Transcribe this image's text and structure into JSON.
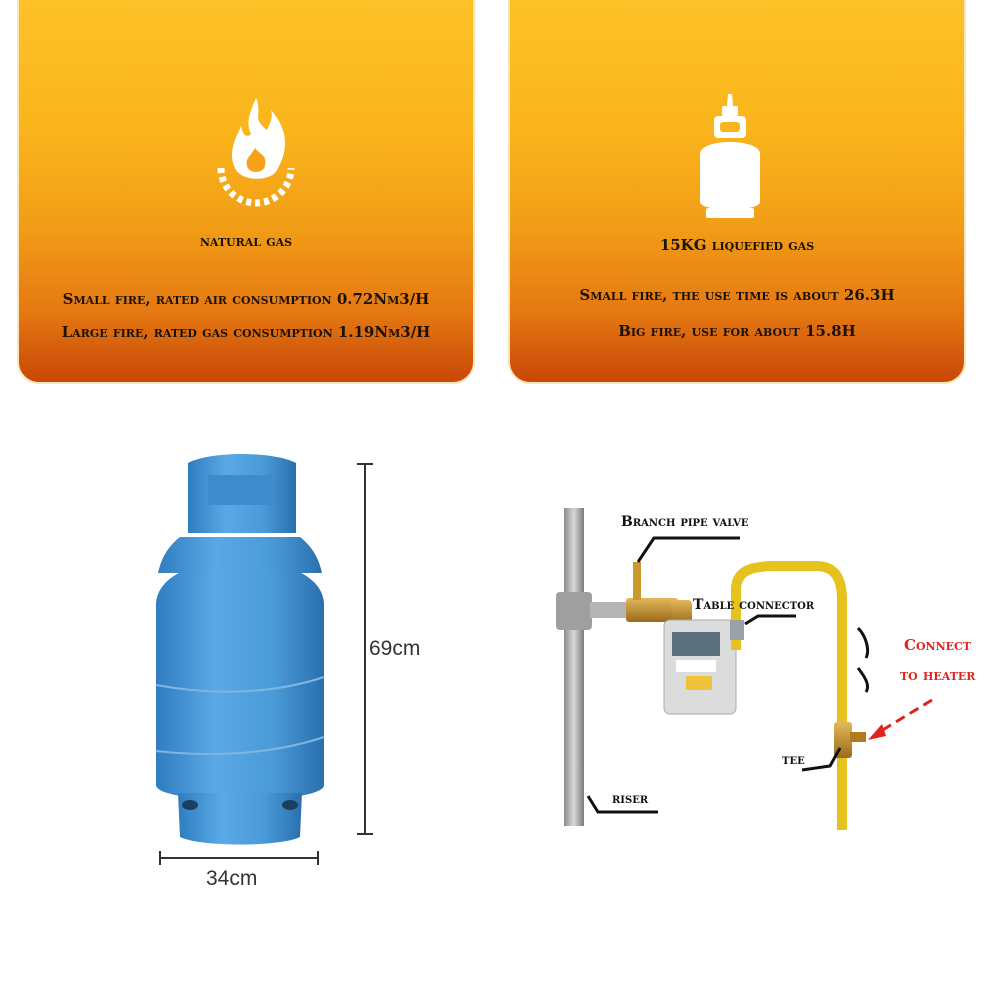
{
  "natural_gas": {
    "icon": "flame-icon",
    "title": "natural gas",
    "line1": "Small fire, rated air consumption 0.72Nm3/H",
    "line2": "Large fire, rated gas consumption 1.19Nm3/H"
  },
  "lpg": {
    "icon": "gas-cylinder-icon",
    "title": "15KG liquefied gas",
    "line1": "Small fire, the use time is about 26.3H",
    "line2": "Big fire, use for about 15.8H"
  },
  "cylinder": {
    "height_label": "69cm",
    "width_label": "34cm",
    "color": "#4a9ad8"
  },
  "pipe_diagram": {
    "branch_valve": "Branch pipe valve",
    "table_connector": "Table connector",
    "connect_line1": "Connect",
    "connect_line2": "to heater",
    "tee": "tee",
    "riser": "riser"
  },
  "colors": {
    "panel_top": "#fcc329",
    "panel_bottom": "#c94708",
    "accent_red": "#e0241b"
  }
}
